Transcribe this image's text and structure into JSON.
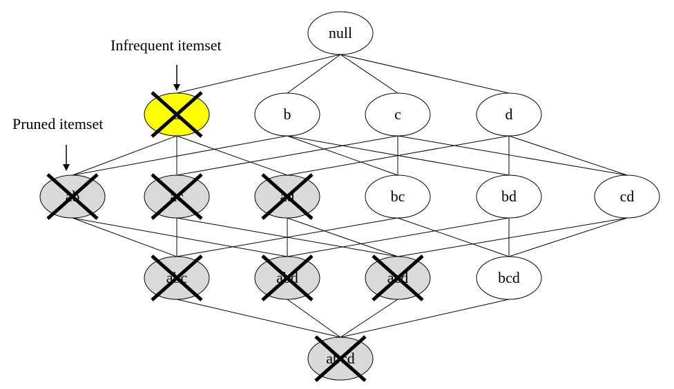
{
  "diagram": {
    "type": "itemset lattice",
    "colors": {
      "infrequent_fill": "#ffff00",
      "pruned_fill": "#d9d9d9",
      "normal_fill": "#ffffff",
      "stroke": "#000000"
    },
    "nodes": [
      {
        "id": "null",
        "label": "null",
        "status": "normal"
      },
      {
        "id": "a",
        "label": "a",
        "status": "infrequent"
      },
      {
        "id": "b",
        "label": "b",
        "status": "normal"
      },
      {
        "id": "c",
        "label": "c",
        "status": "normal"
      },
      {
        "id": "d",
        "label": "d",
        "status": "normal"
      },
      {
        "id": "ab",
        "label": "ab",
        "status": "pruned"
      },
      {
        "id": "ac",
        "label": "ac",
        "status": "pruned"
      },
      {
        "id": "ad",
        "label": "ad",
        "status": "pruned"
      },
      {
        "id": "bc",
        "label": "bc",
        "status": "normal"
      },
      {
        "id": "bd",
        "label": "bd",
        "status": "normal"
      },
      {
        "id": "cd",
        "label": "cd",
        "status": "normal"
      },
      {
        "id": "abc",
        "label": "abc",
        "status": "pruned"
      },
      {
        "id": "abd",
        "label": "abd",
        "status": "pruned"
      },
      {
        "id": "acd",
        "label": "acd",
        "status": "pruned"
      },
      {
        "id": "bcd",
        "label": "bcd",
        "status": "normal"
      },
      {
        "id": "abcd",
        "label": "abcd",
        "status": "pruned"
      }
    ],
    "edges": [
      [
        "null",
        "a"
      ],
      [
        "null",
        "b"
      ],
      [
        "null",
        "c"
      ],
      [
        "null",
        "d"
      ],
      [
        "a",
        "ab"
      ],
      [
        "a",
        "ac"
      ],
      [
        "a",
        "ad"
      ],
      [
        "b",
        "ab"
      ],
      [
        "b",
        "bc"
      ],
      [
        "b",
        "bd"
      ],
      [
        "c",
        "ac"
      ],
      [
        "c",
        "bc"
      ],
      [
        "c",
        "cd"
      ],
      [
        "d",
        "ad"
      ],
      [
        "d",
        "bd"
      ],
      [
        "d",
        "cd"
      ],
      [
        "ab",
        "abc"
      ],
      [
        "ab",
        "abd"
      ],
      [
        "ac",
        "abc"
      ],
      [
        "ac",
        "acd"
      ],
      [
        "ad",
        "abd"
      ],
      [
        "ad",
        "acd"
      ],
      [
        "bc",
        "abc"
      ],
      [
        "bc",
        "bcd"
      ],
      [
        "bd",
        "abd"
      ],
      [
        "bd",
        "bcd"
      ],
      [
        "cd",
        "acd"
      ],
      [
        "cd",
        "bcd"
      ],
      [
        "abc",
        "abcd"
      ],
      [
        "abd",
        "abcd"
      ],
      [
        "acd",
        "abcd"
      ],
      [
        "bcd",
        "abcd"
      ]
    ],
    "annotations": {
      "infrequent_label": "Infrequent itemset",
      "pruned_label": "Pruned itemset"
    }
  }
}
